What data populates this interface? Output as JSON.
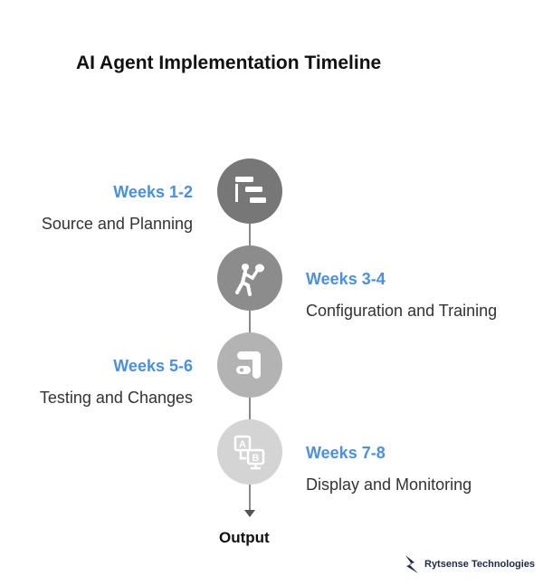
{
  "title": "AI Agent Implementation Timeline",
  "steps": [
    {
      "weeks": "Weeks 1-2",
      "description": "Source and Planning",
      "icon": "gantt-chart-icon",
      "color": "#777777"
    },
    {
      "weeks": "Weeks 3-4",
      "description": "Configuration and Training",
      "icon": "boxing-figure-icon",
      "color": "#8c8c8c"
    },
    {
      "weeks": "Weeks 5-6",
      "description": "Testing and Changes",
      "icon": "pipeline-icon",
      "color": "#b3b3b3"
    },
    {
      "weeks": "Weeks 7-8",
      "description": "Display and Monitoring",
      "icon": "ab-test-icon",
      "color": "#d4d4d4"
    }
  ],
  "output_label": "Output",
  "brand": {
    "name": "Rytsense Technologies",
    "icon": "rytsense-logo-icon",
    "color": "#1e2a4a"
  },
  "accent_color": "#4a90e2"
}
